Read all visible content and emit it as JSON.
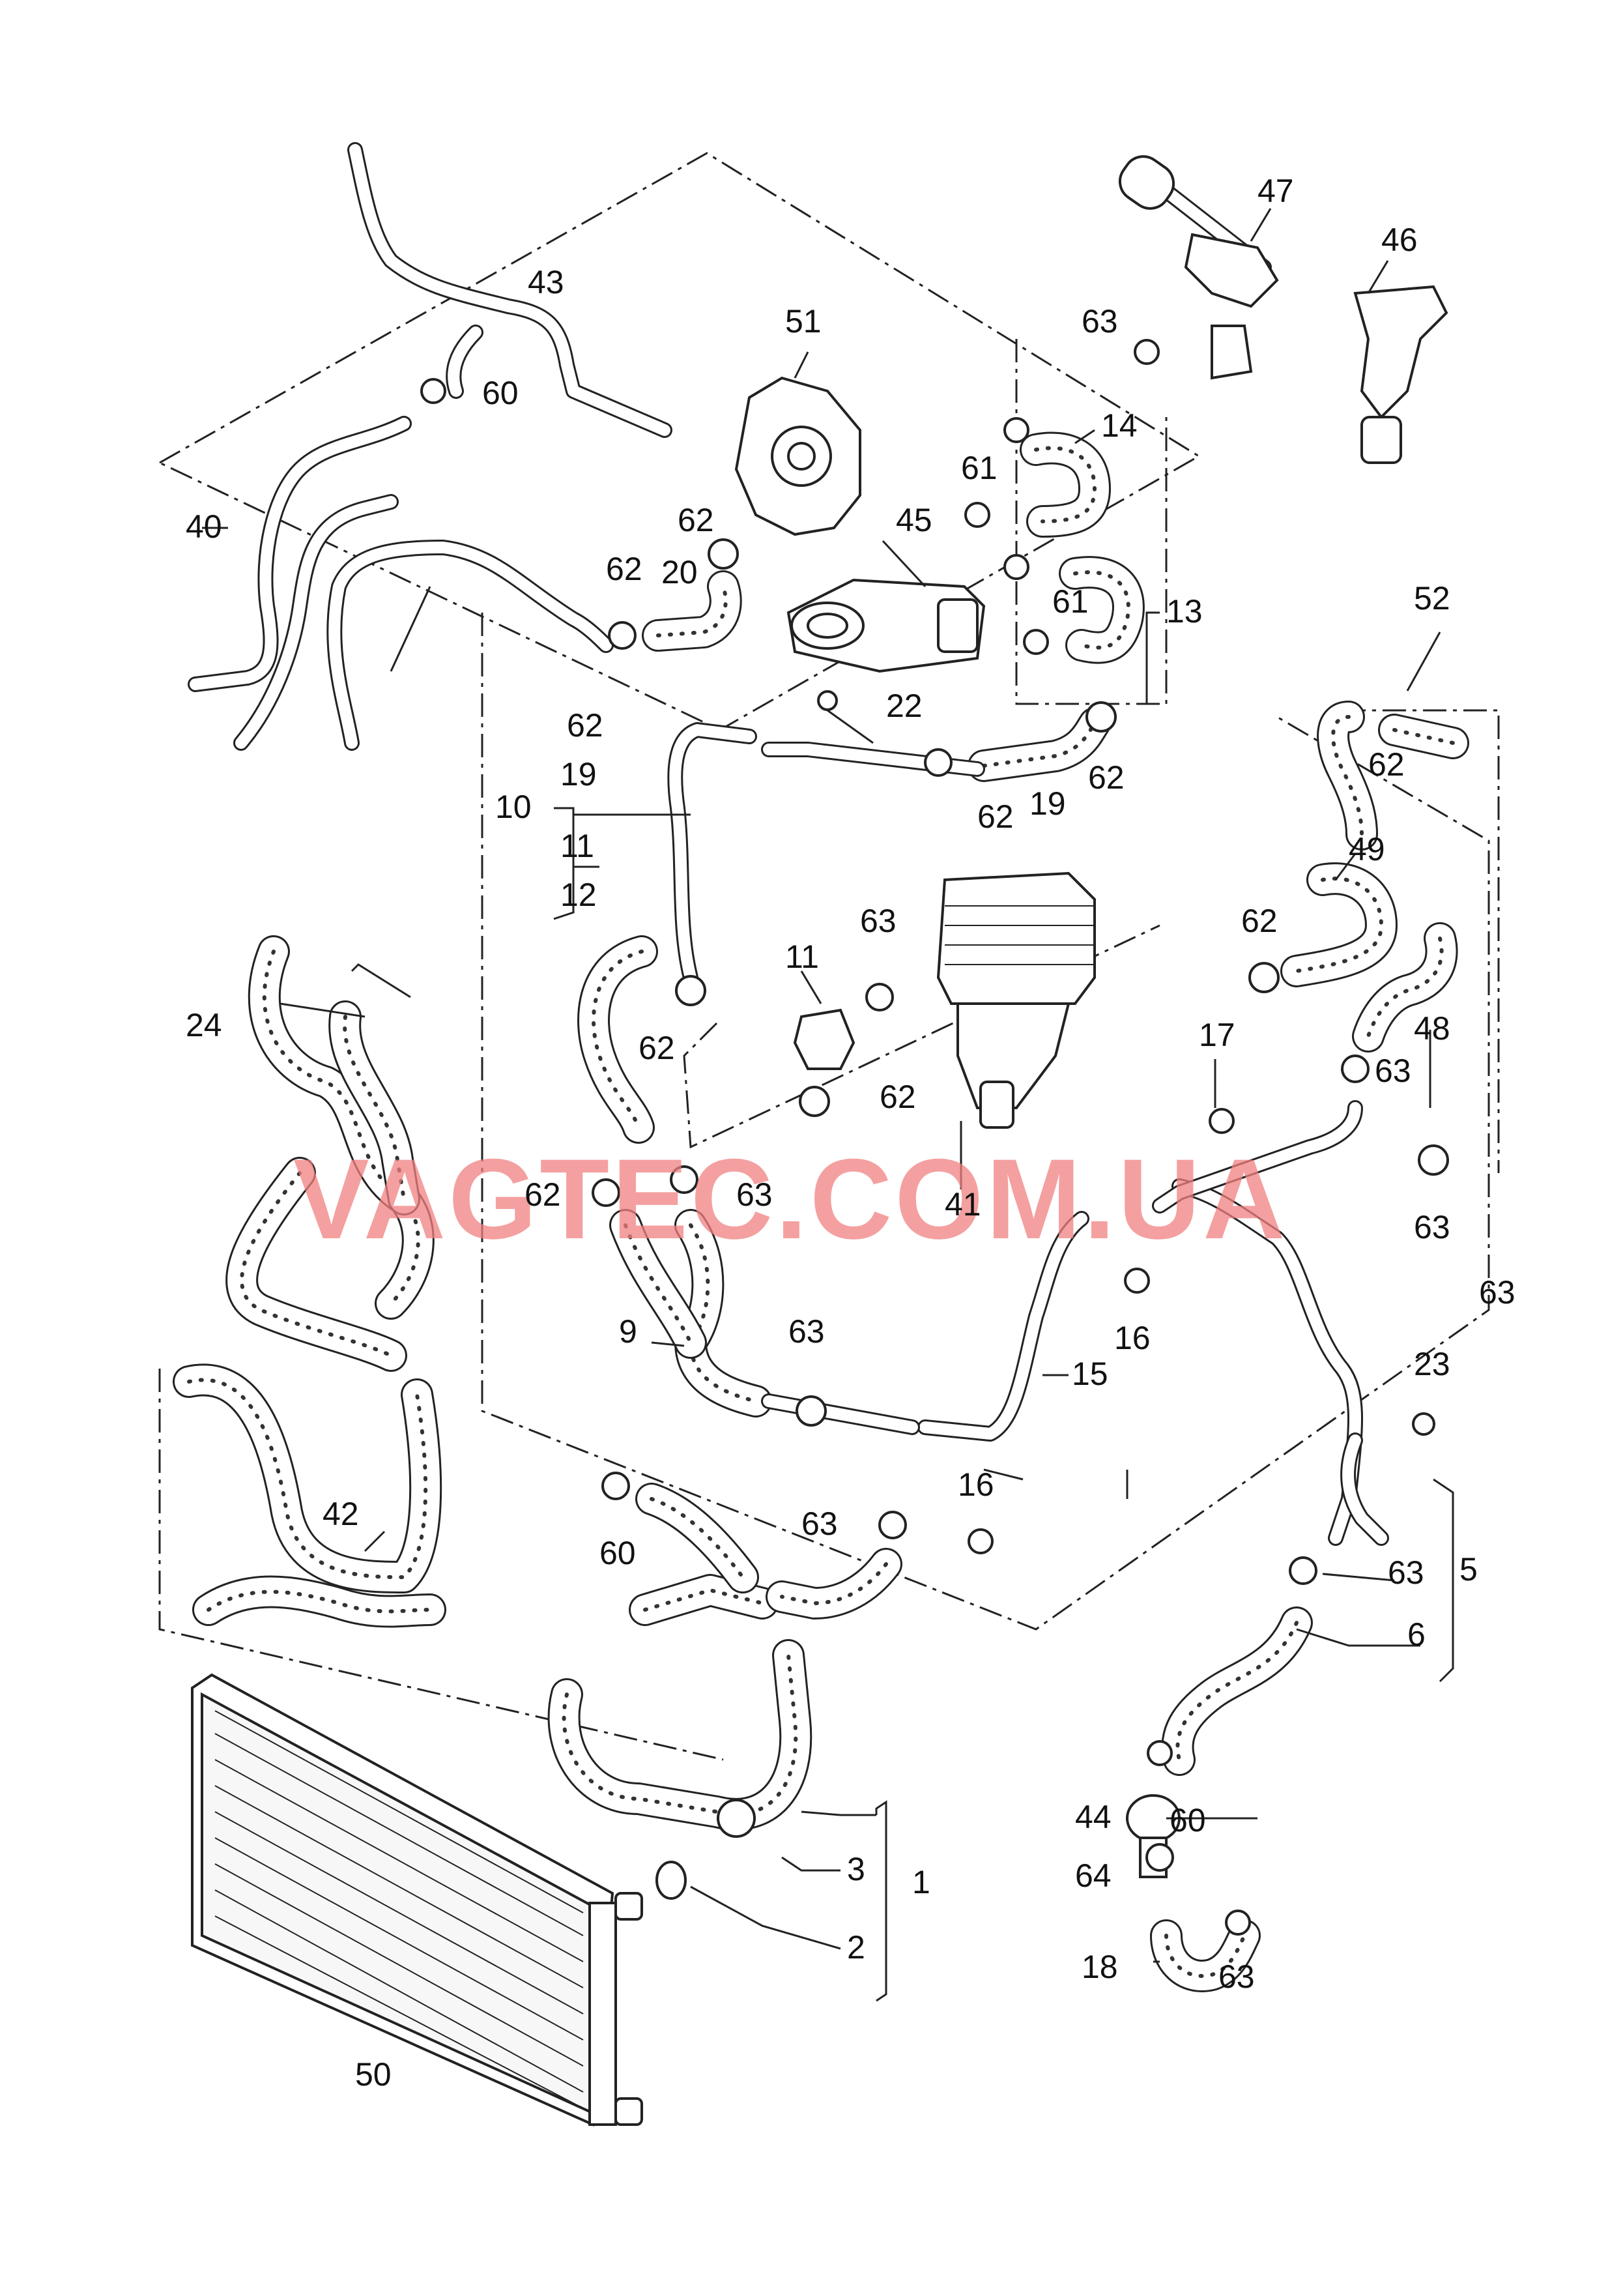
{
  "watermark": "VAGTEC.COM.UA",
  "callouts": [
    {
      "id": "c1",
      "text": "1"
    },
    {
      "id": "c2",
      "text": "2"
    },
    {
      "id": "c3",
      "text": "3"
    },
    {
      "id": "c5",
      "text": "5"
    },
    {
      "id": "c6",
      "text": "6"
    },
    {
      "id": "c9",
      "text": "9"
    },
    {
      "id": "c10",
      "text": "10"
    },
    {
      "id": "c11a",
      "text": "11"
    },
    {
      "id": "c11b",
      "text": "11"
    },
    {
      "id": "c12",
      "text": "12"
    },
    {
      "id": "c13",
      "text": "13"
    },
    {
      "id": "c14",
      "text": "14"
    },
    {
      "id": "c15",
      "text": "15"
    },
    {
      "id": "c16a",
      "text": "16"
    },
    {
      "id": "c16b",
      "text": "16"
    },
    {
      "id": "c17",
      "text": "17"
    },
    {
      "id": "c18",
      "text": "18"
    },
    {
      "id": "c19a",
      "text": "19"
    },
    {
      "id": "c19b",
      "text": "19"
    },
    {
      "id": "c20",
      "text": "20"
    },
    {
      "id": "c22",
      "text": "22"
    },
    {
      "id": "c23",
      "text": "23"
    },
    {
      "id": "c24",
      "text": "24"
    },
    {
      "id": "c40",
      "text": "40"
    },
    {
      "id": "c41",
      "text": "41"
    },
    {
      "id": "c42",
      "text": "42"
    },
    {
      "id": "c43",
      "text": "43"
    },
    {
      "id": "c44",
      "text": "44"
    },
    {
      "id": "c45",
      "text": "45"
    },
    {
      "id": "c46",
      "text": "46"
    },
    {
      "id": "c47",
      "text": "47"
    },
    {
      "id": "c48",
      "text": "48"
    },
    {
      "id": "c49",
      "text": "49"
    },
    {
      "id": "c50",
      "text": "50"
    },
    {
      "id": "c51",
      "text": "51"
    },
    {
      "id": "c52",
      "text": "52"
    },
    {
      "id": "c60a",
      "text": "60"
    },
    {
      "id": "c60b",
      "text": "60"
    },
    {
      "id": "c60c",
      "text": "60"
    },
    {
      "id": "c61a",
      "text": "61"
    },
    {
      "id": "c61b",
      "text": "61"
    },
    {
      "id": "c62a",
      "text": "62"
    },
    {
      "id": "c62b",
      "text": "62"
    },
    {
      "id": "c62c",
      "text": "62"
    },
    {
      "id": "c62d",
      "text": "62"
    },
    {
      "id": "c62e",
      "text": "62"
    },
    {
      "id": "c62f",
      "text": "62"
    },
    {
      "id": "c62g",
      "text": "62"
    },
    {
      "id": "c62h",
      "text": "62"
    },
    {
      "id": "c62i",
      "text": "62"
    },
    {
      "id": "c62j",
      "text": "62"
    },
    {
      "id": "c63a",
      "text": "63"
    },
    {
      "id": "c63b",
      "text": "63"
    },
    {
      "id": "c63c",
      "text": "63"
    },
    {
      "id": "c63d",
      "text": "63"
    },
    {
      "id": "c63e",
      "text": "63"
    },
    {
      "id": "c63f",
      "text": "63"
    },
    {
      "id": "c63g",
      "text": "63"
    },
    {
      "id": "c63h",
      "text": "63"
    },
    {
      "id": "c63i",
      "text": "63"
    },
    {
      "id": "c63j",
      "text": "63"
    },
    {
      "id": "c64",
      "text": "64"
    }
  ]
}
